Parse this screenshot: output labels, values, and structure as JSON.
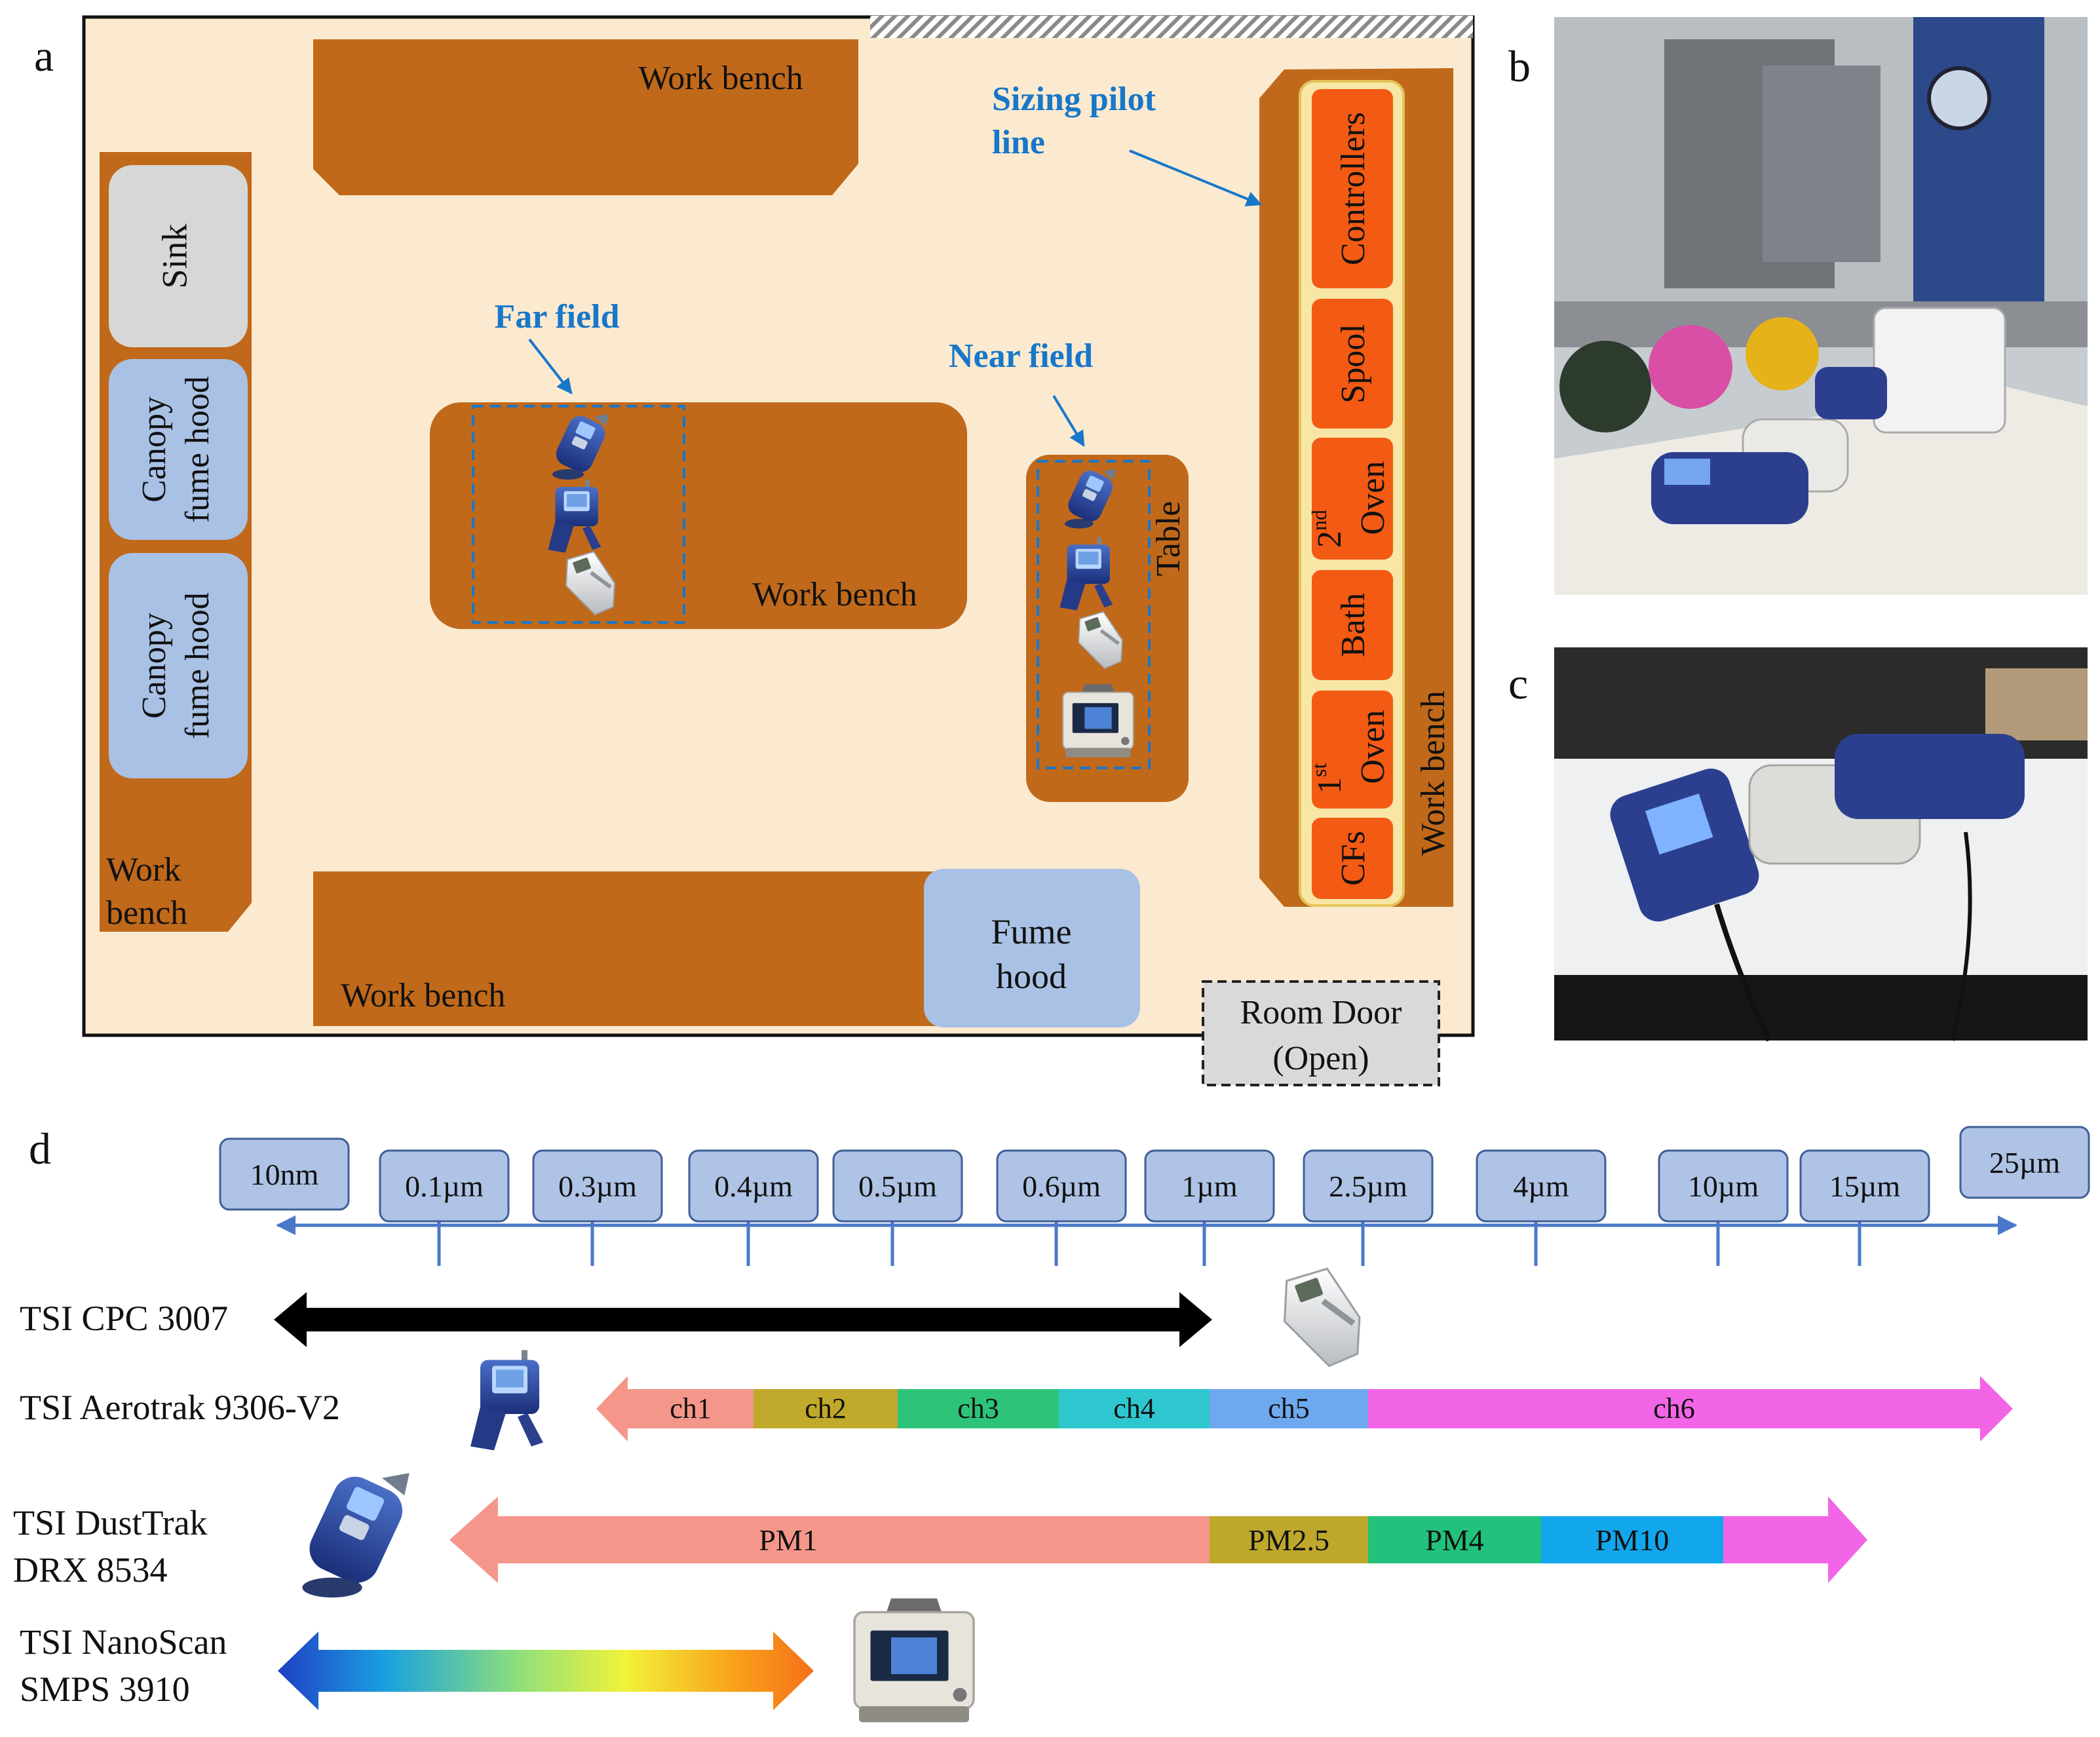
{
  "panels": {
    "a": "a",
    "b": "b",
    "c": "c",
    "d": "d"
  },
  "floorplan": {
    "work_bench_top": "Work bench",
    "sink": "Sink",
    "canopy1": [
      "Canopy",
      "fume hood"
    ],
    "canopy2": [
      "Canopy",
      "fume hood"
    ],
    "work_bench_left": [
      "Work",
      "bench"
    ],
    "work_bench_middle": "Work bench",
    "table": "Table",
    "work_bench_bottom": "Work bench",
    "fume_hood": [
      "Fume",
      "hood"
    ],
    "room_door": [
      "Room Door",
      "(Open)"
    ],
    "work_bench_right": "Work bench",
    "far_field": "Far field",
    "near_field": "Near field",
    "sizing_pilot_line": [
      "Sizing pilot",
      "line"
    ],
    "pilot_units": {
      "controllers": "Controllers",
      "spool": "Spool",
      "oven2_num": "2",
      "oven2_sup": "nd",
      "oven2": "Oven",
      "bath": "Bath",
      "oven1_num": "1",
      "oven1_sup": "st",
      "oven1": "Oven",
      "cfs": "CFs"
    }
  },
  "size_scale": {
    "ticks": [
      "10nm",
      "0.1µm",
      "0.3µm",
      "0.4µm",
      "0.5µm",
      "0.6µm",
      "1µm",
      "2.5µm",
      "4µm",
      "10µm",
      "15µm",
      "25µm"
    ]
  },
  "instruments": {
    "cpc": "TSI CPC 3007",
    "aerotrak": "TSI Aerotrak 9306-V2",
    "dusttrak": [
      "TSI DustTrak",
      "DRX 8534"
    ],
    "nanoscan": [
      "TSI NanoScan",
      "SMPS 3910"
    ]
  },
  "aerotrak_channels": [
    "ch1",
    "ch2",
    "ch3",
    "ch4",
    "ch5",
    "ch6"
  ],
  "dusttrak_ranges": [
    "PM1",
    "PM2.5",
    "PM4",
    "PM10"
  ],
  "colors": {
    "bench": "#c0691b",
    "floor": "#fbead0",
    "orange_unit": "#f35a14",
    "hood": "#a9c1e4",
    "sink": "#d7d7d7",
    "label_blue": "#1877c9",
    "tick_box": "#aec3e6",
    "ch1": "#f4978a",
    "ch2": "#c0a92b",
    "ch3": "#2dc47a",
    "ch4": "#2ec7cf",
    "ch5": "#6ea8ef",
    "ch6": "#f265e6",
    "pm1": "#f4978a",
    "pm2_5": "#bea82c",
    "pm4": "#22c17c",
    "pm10": "#12a6ec"
  }
}
